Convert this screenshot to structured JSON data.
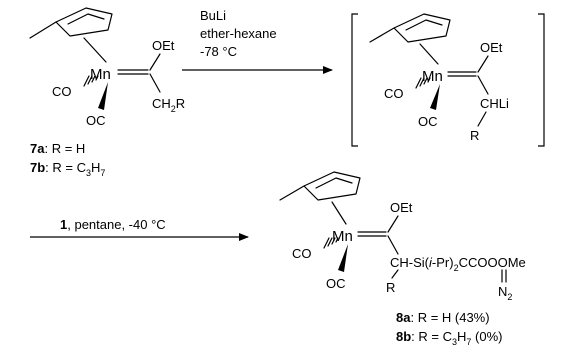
{
  "step1": {
    "reagent": "BuLi",
    "solvent": "ether-hexane",
    "temperature": "-78 °C"
  },
  "step2": {
    "reagent_bold": "1",
    "conditions": ", pentane, -40 °C"
  },
  "atoms": {
    "mn": "Mn",
    "co": "CO",
    "oc": "OC",
    "oet": "OEt",
    "ch2": "CH",
    "ch2_sub": "2",
    "r": "R",
    "chli": "CHLi",
    "ch_si": "CH-Si(",
    "ipr": "i",
    "ipr_rest": "-Pr)",
    "si_sub": "2",
    "ccooome": "CCOOOMe",
    "n": "N",
    "n_sub": "2"
  },
  "compounds": [
    {
      "id": "7a",
      "desc": ": R = H"
    },
    {
      "id": "7b",
      "desc": ": R = C",
      "sub1": "3",
      "mid": "H",
      "sub2": "7",
      "tail": ""
    },
    {
      "id": "8a",
      "desc": ": R = H (43%)"
    },
    {
      "id": "8b",
      "desc": ": R = C",
      "sub1": "3",
      "mid": "H",
      "sub2": "7",
      "tail": " (0%)"
    }
  ]
}
